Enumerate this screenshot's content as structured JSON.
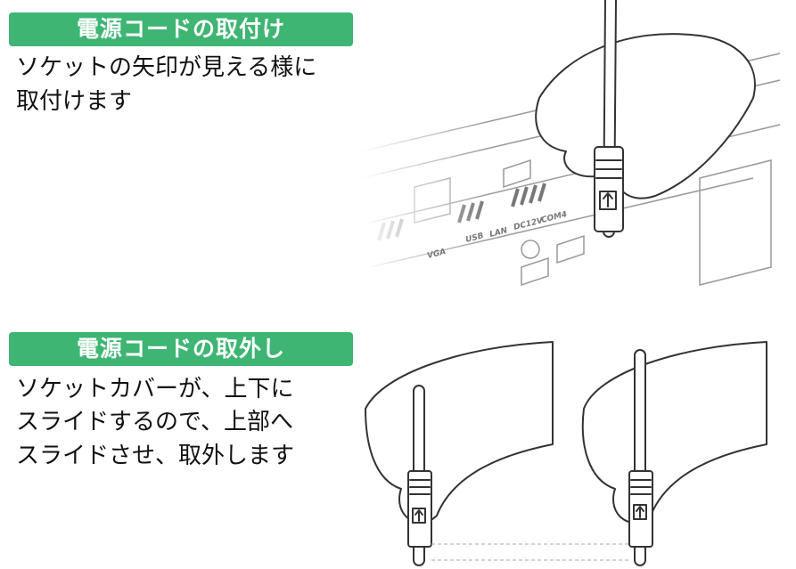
{
  "sections": [
    {
      "heading": "電源コードの取付け",
      "lines": [
        "ソケットの矢印が見える様に",
        "取付けます"
      ]
    },
    {
      "heading": "電源コードの取外し",
      "lines": [
        "ソケットカバーが、上下に",
        "スライドするので、上部へ",
        "スライドさせ、取外します"
      ]
    }
  ],
  "device_labels": [
    "VGA",
    "USB",
    "LAN",
    "DC12V",
    "COM4"
  ],
  "colors": {
    "heading_bg": "#3eb573",
    "heading_text": "#ffffff",
    "body_text": "#111111"
  }
}
